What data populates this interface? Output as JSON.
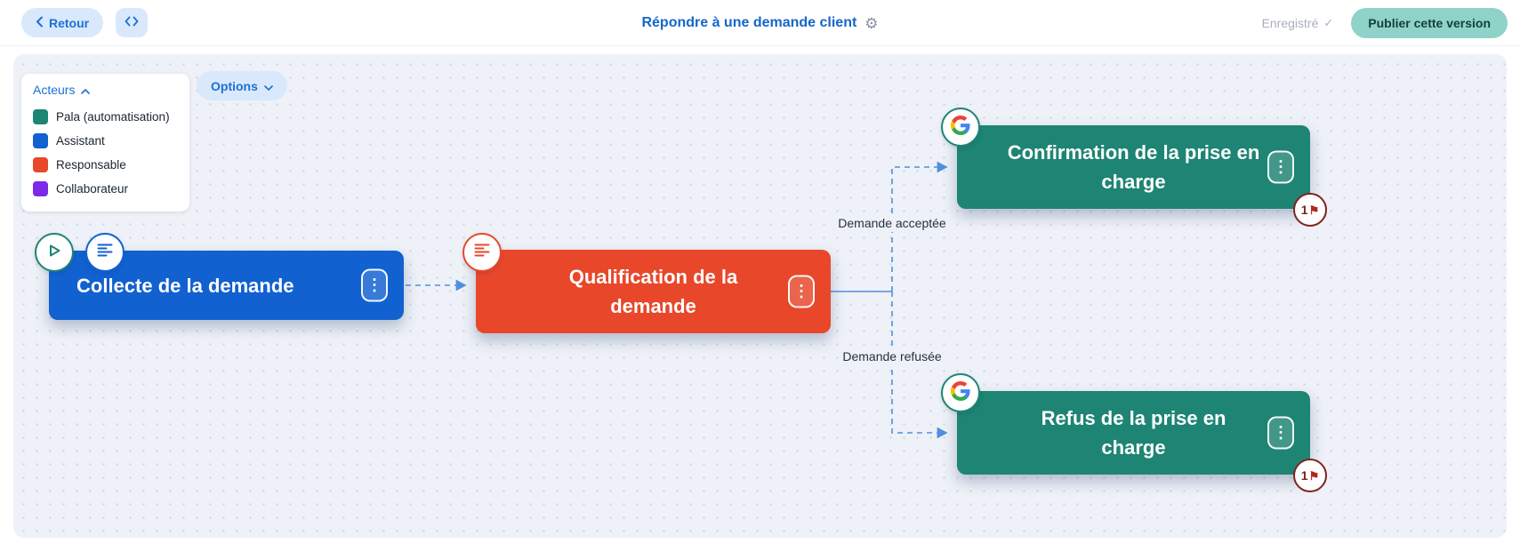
{
  "header": {
    "back": "Retour",
    "title": "Répondre à une demande client",
    "saved": "Enregistré",
    "publish": "Publier cette version"
  },
  "toolbar": {
    "options": "Options"
  },
  "legend": {
    "title": "Acteurs",
    "items": [
      {
        "label": "Pala (automatisation)",
        "color": "#1e8473"
      },
      {
        "label": "Assistant",
        "color": "#1161d0"
      },
      {
        "label": "Responsable",
        "color": "#e8472a"
      },
      {
        "label": "Collaborateur",
        "color": "#7d2ae8"
      }
    ]
  },
  "nodes": {
    "collecte": {
      "label": "Collecte de la demande",
      "color": "#1161d0"
    },
    "qualification": {
      "label": "Qualification de la demande",
      "color": "#e8472a"
    },
    "confirmation": {
      "label": "Confirmation de la prise en charge",
      "color": "#1e8473",
      "flag_count": "1"
    },
    "refus": {
      "label": "Refus de la prise en charge",
      "color": "#1e8473",
      "flag_count": "1"
    }
  },
  "edges": {
    "accepted_label": "Demande acceptée",
    "refused_label": "Demande refusée",
    "color": "#4f90dd"
  },
  "icons": {
    "settings": "⚙",
    "saved_check": "✓",
    "kebab": "⋮",
    "flag": "⚑"
  },
  "colors": {
    "canvas_bg": "#eef1f7",
    "accent_blue": "#1a70d6",
    "publish_teal": "#8fd3c8"
  }
}
